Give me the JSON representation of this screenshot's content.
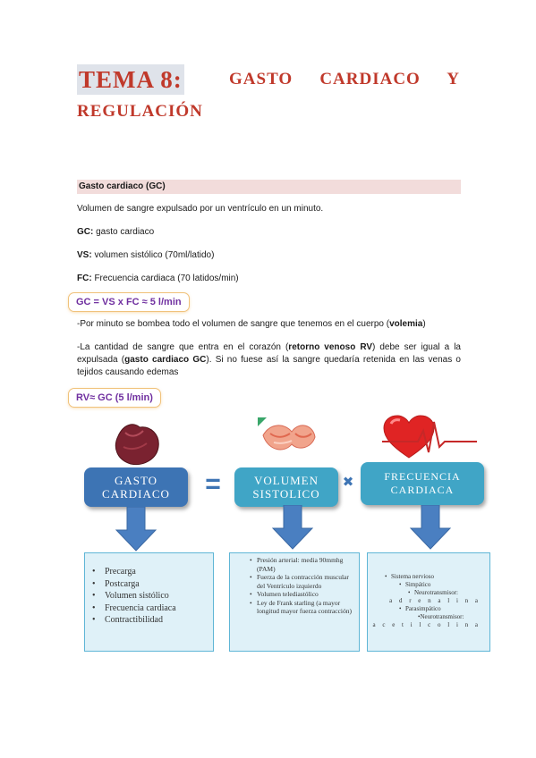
{
  "title": {
    "big": "TEMA 8:",
    "rest": "GASTO CARDIACO Y",
    "line2": "REGULACIÓN"
  },
  "section": {
    "heading": "Gasto cardiaco (GC)"
  },
  "paragraphs": {
    "definition": "Volumen de sangre expulsado por un ventrículo en un minuto.",
    "gc_term": "GC:",
    "gc_def": "gasto cardiaco",
    "vs_term": "VS:",
    "vs_def": "volumen sistólico (70ml/latido)",
    "fc_term": "FC:",
    "fc_def": "Frecuencia cardiaca (70 latidos/min)",
    "formula1": "GC = VS x FC ≈ 5 l/min",
    "volemia_pre": "-Por minuto se bombea todo el volumen de sangre que tenemos en el cuerpo (",
    "volemia_term": "volemia",
    "volemia_post": ")",
    "rv_1": "-La cantidad de sangre que entra en el corazón (",
    "rv_term": "retorno venoso RV",
    "rv_2": ") debe ser igual a la expulsada (",
    "gc_term2": "gasto cardiaco GC",
    "rv_3": "). Si no fuese así la sangre quedaría retenida en las venas o tejidos causando edemas",
    "formula2": "RV≈ GC (5 l/min)"
  },
  "diagram": {
    "gasto_label": [
      "GASTO",
      "CARDIACO"
    ],
    "volumen_label": [
      "VOLUMEN",
      "SISTOLICO"
    ],
    "frecuencia_label": [
      "FRECUENCIA",
      "CARDIACA"
    ],
    "equals": "=",
    "times": "✖",
    "gasto_items": [
      "Precarga",
      "Postcarga",
      "Volumen sistólico",
      "Frecuencia cardiaca",
      "Contractibilidad"
    ],
    "volumen_items": [
      "Presión arterial: media 90mmhg (PAM)",
      "Fuerza de la contracción muscular del Ventrículo izquierdo",
      "Volumen telediastólico",
      "Ley de Frank starling (a mayor longitud mayor fuerza contracción)"
    ],
    "frecuencia_items": {
      "l1": "Sistema nervioso",
      "l2": "Simpático",
      "l3": "Neurotransmisor:",
      "l3b": "a d r e n a l i n a",
      "l4": "Parasimpático",
      "l5": "•Neurotransmisor:",
      "l5b": "a c e t i l c o l i n a"
    },
    "colors": {
      "dark_blue": "#3d74b4",
      "teal": "#40a5c6",
      "light_box": "#dff1f8",
      "arrow": "#4a7fc1"
    }
  }
}
